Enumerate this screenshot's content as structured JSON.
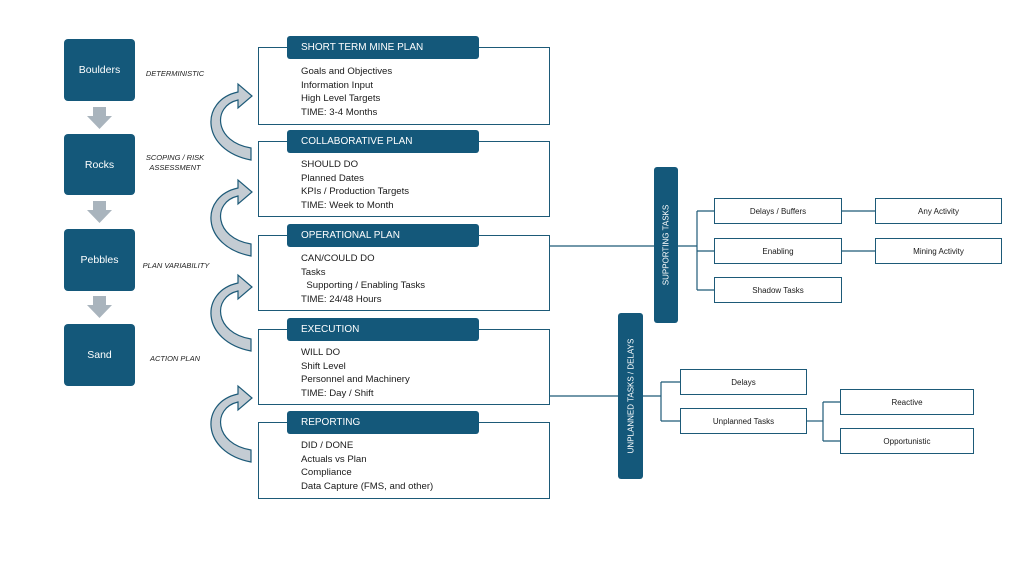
{
  "stages": [
    {
      "label": "Boulders",
      "note": "DETERMINISTIC"
    },
    {
      "label": "Rocks",
      "note": "SCOPING / RISK\nASSESSMENT"
    },
    {
      "label": "Pebbles",
      "note": "PLAN VARIABILITY"
    },
    {
      "label": "Sand",
      "note": "ACTION PLAN"
    }
  ],
  "plans": [
    {
      "title": "SHORT TERM MINE PLAN",
      "lines": [
        "Goals and Objectives",
        "Information Input",
        "High Level Targets",
        "TIME: 3-4 Months"
      ]
    },
    {
      "title": "COLLABORATIVE PLAN",
      "lines": [
        "SHOULD DO",
        "Planned Dates",
        "KPIs / Production Targets",
        "TIME: Week to Month"
      ]
    },
    {
      "title": "OPERATIONAL PLAN",
      "lines": [
        "CAN/COULD DO",
        "Tasks",
        "  Supporting / Enabling Tasks",
        "TIME: 24/48 Hours"
      ]
    },
    {
      "title": "EXECUTION",
      "lines": [
        "WILL DO",
        "Shift Level",
        "Personnel and Machinery",
        "TIME: Day / Shift"
      ]
    },
    {
      "title": "REPORTING",
      "lines": [
        "DID / DONE",
        "Actuals vs Plan",
        "Compliance",
        "Data Capture (FMS, and other)"
      ]
    }
  ],
  "supporting": {
    "title": "SUPPORTING TASKS",
    "boxes": [
      "Delays / Buffers",
      "Enabling",
      "Shadow Tasks"
    ],
    "sub": [
      "Any Activity",
      "Mining Activity"
    ]
  },
  "unplanned": {
    "title": "UNPLANNED TASKS / DELAYS",
    "boxes": [
      "Delays",
      "Unplanned Tasks"
    ],
    "sub": [
      "Reactive",
      "Opportunistic"
    ]
  },
  "colors": {
    "primary": "#14587a",
    "arrow": "#a9b4bd"
  }
}
